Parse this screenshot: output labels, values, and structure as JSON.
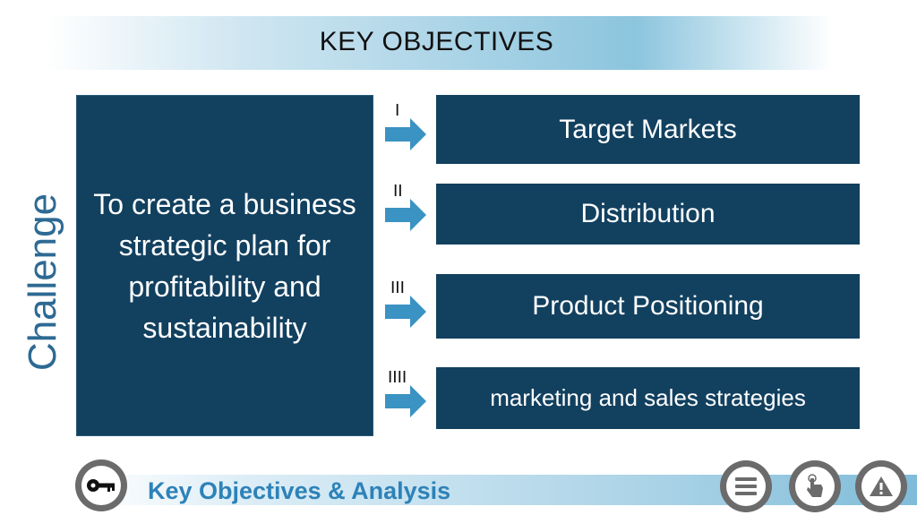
{
  "header": {
    "title": "KEY OBJECTIVES"
  },
  "side_label": "Challenge",
  "challenge": {
    "text": "To create a business strategic plan for profitability and sustainability"
  },
  "objectives": [
    {
      "numeral": "I",
      "label": "Target Markets"
    },
    {
      "numeral": "II",
      "label": "Distribution"
    },
    {
      "numeral": "III",
      "label": "Product Positioning"
    },
    {
      "numeral": "IIII",
      "label": "marketing and sales strategies"
    }
  ],
  "footer": {
    "title": "Key Objectives & Analysis"
  },
  "colors": {
    "box": "#12405f",
    "accent": "#2d82b8",
    "arrow": "#3a93c2",
    "side_label": "#2d6a93"
  },
  "icons": {
    "footer_left": "key-icon",
    "nav": [
      "menu-icon",
      "touch-icon",
      "warning-icon"
    ]
  }
}
